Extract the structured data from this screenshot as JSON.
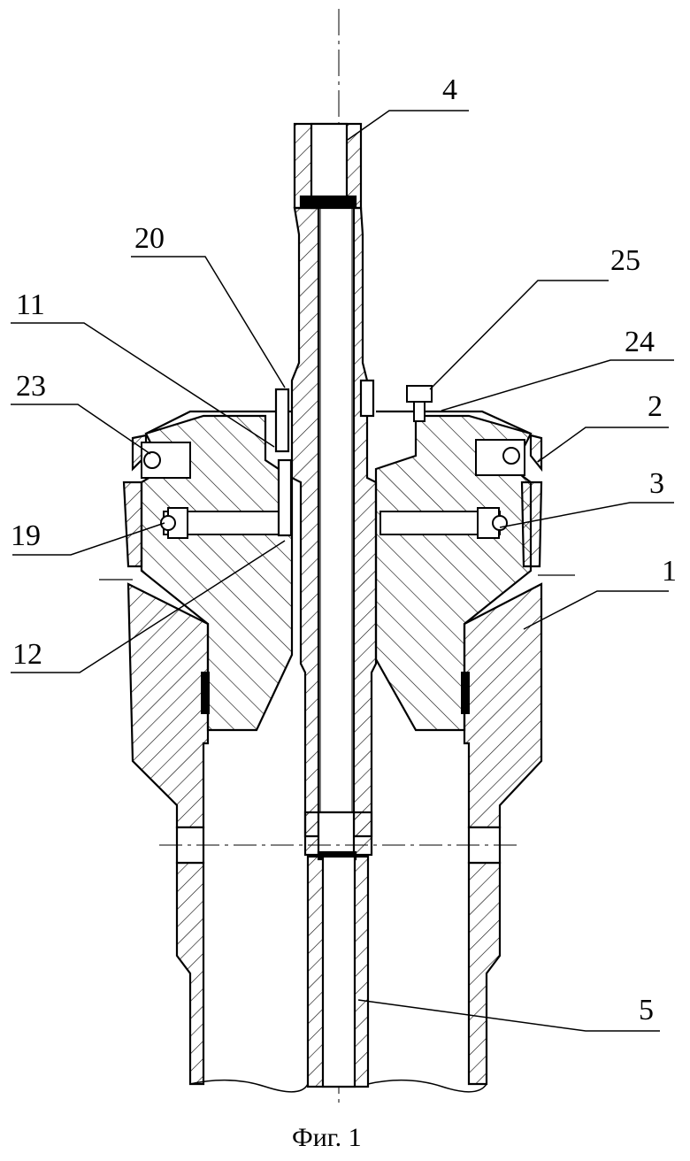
{
  "figure": {
    "caption": "Фиг. 1",
    "labels": {
      "l4": "4",
      "l20": "20",
      "l25": "25",
      "l11": "11",
      "l24": "24",
      "l23": "23",
      "l2": "2",
      "l3": "3",
      "l19": "19",
      "l1": "1",
      "l12": "12",
      "l5": "5"
    }
  },
  "colors": {
    "ink": "#000000",
    "paper": "#ffffff"
  }
}
